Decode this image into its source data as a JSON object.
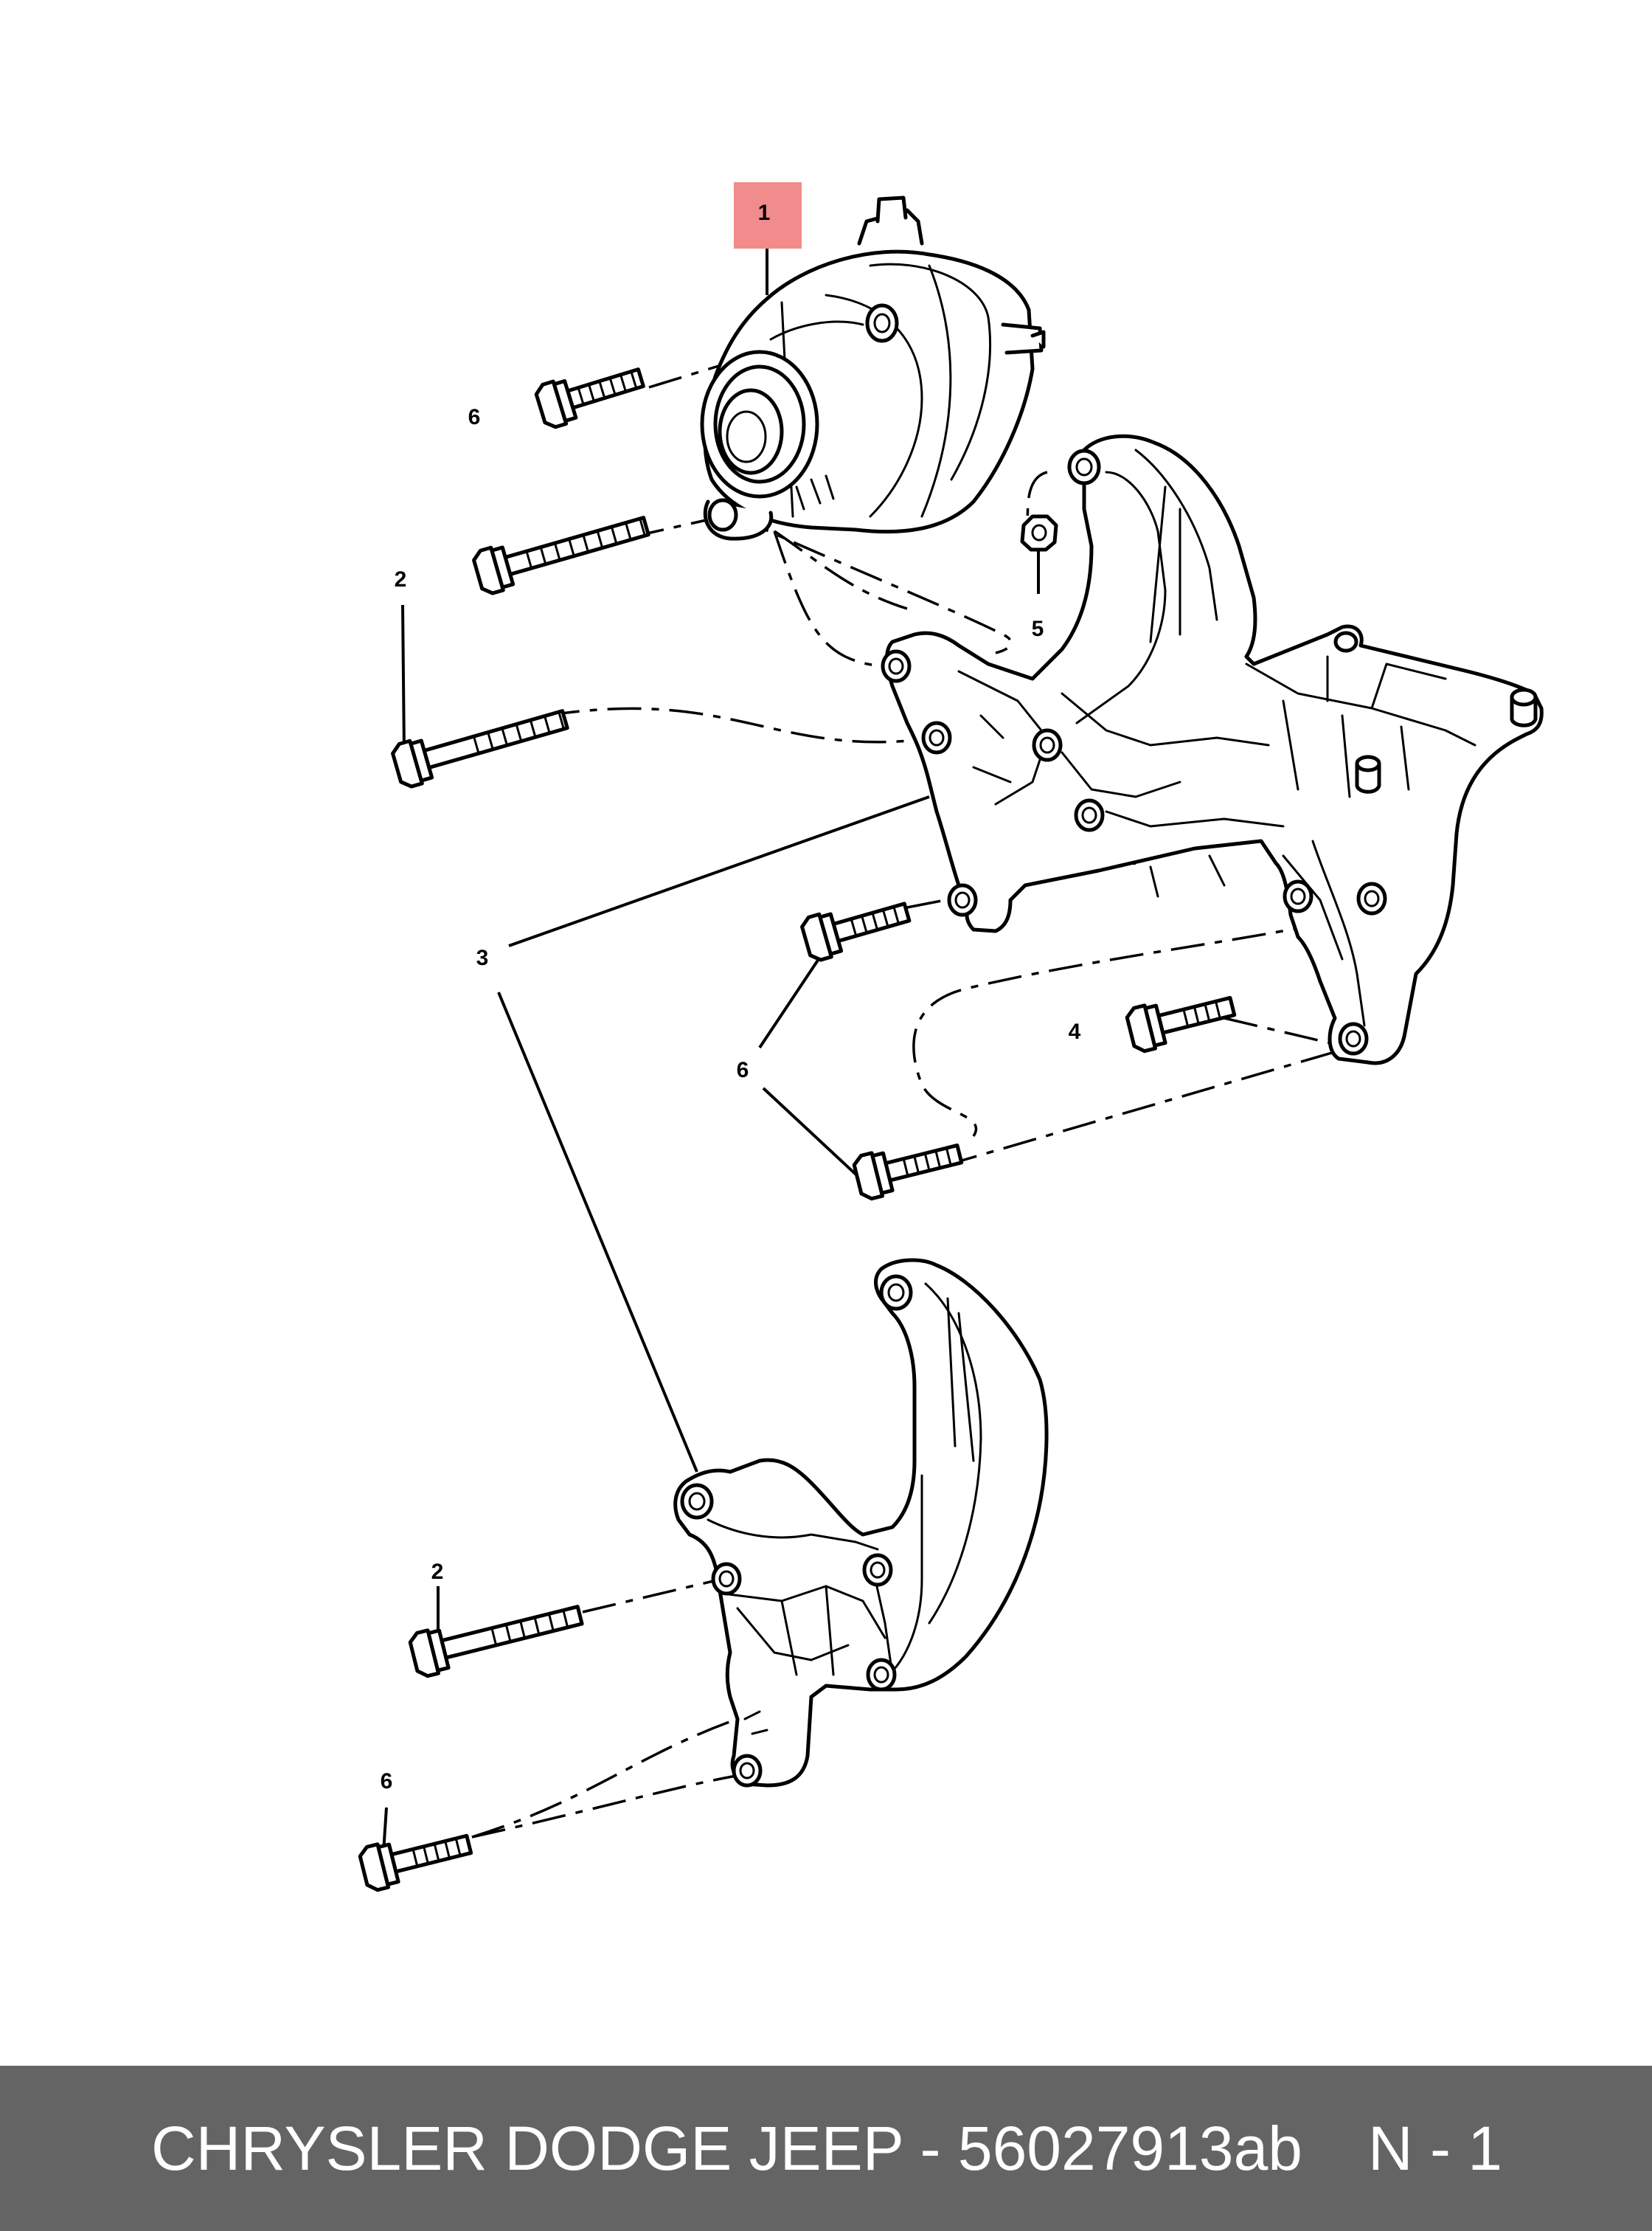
{
  "diagram": {
    "callouts": {
      "alternator": "1",
      "long_bolt_upper": "2",
      "long_bolt_lower": "2",
      "support_bracket": "3",
      "short_bolt": "4",
      "nut": "5",
      "bolt_top": "6",
      "bolt_mid": "6",
      "bolt_bottom": "6"
    },
    "highlight_color": "#f28b8b"
  },
  "footer": {
    "brand_part": "CHRYSLER DODGE JEEP - 56027913ab",
    "ref": "N - 1",
    "background": "#646464"
  }
}
